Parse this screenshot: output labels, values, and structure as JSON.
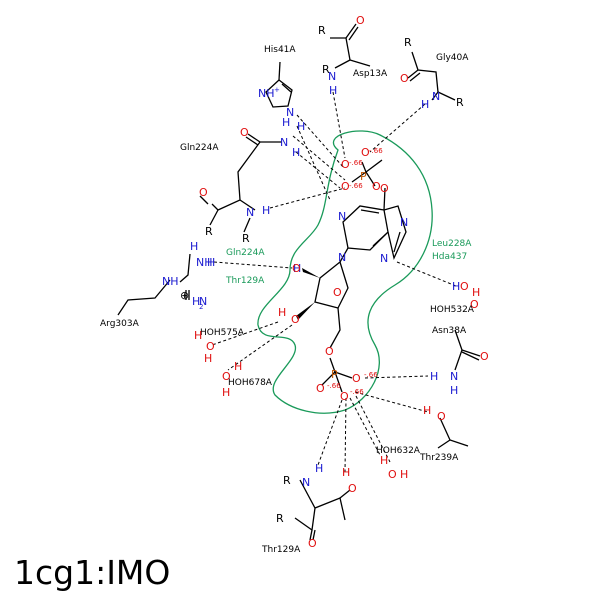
{
  "title": "1cg1:IMO",
  "colors": {
    "pocket": "#1a9a5a",
    "nitrogen": "#1a1ad0",
    "oxygen": "#e01010",
    "phosphorus": "#c05500",
    "bond": "#000000"
  },
  "residues": {
    "his41": "His41A",
    "asp13": "Asp13A",
    "gly40": "Gly40A",
    "gln224_top": "Gln224A",
    "gln224_green": "Gln224A",
    "thr129_green": "Thr129A",
    "arg303": "Arg303A",
    "leu228": "Leu228A",
    "hda437": "Hda437",
    "hoh532": "HOH532A",
    "asn38": "Asn38A",
    "hoh575": "HOH575A",
    "hoh678": "HOH678A",
    "hoh632": "HOH632A",
    "thr239": "Thr239A",
    "thr129_bottom": "Thr129A"
  },
  "charges": {
    "p1_a": "-.66",
    "p1_b": "-.66",
    "p2_a": "-.66",
    "p2_b": "-.66"
  },
  "atom_labels": {
    "R": "R",
    "N": "N",
    "H": "H",
    "O": "O",
    "P": "P",
    "NH": "NH",
    "NH2": "NH",
    "HN": "HN",
    "H2": "2",
    "plus": "+"
  }
}
